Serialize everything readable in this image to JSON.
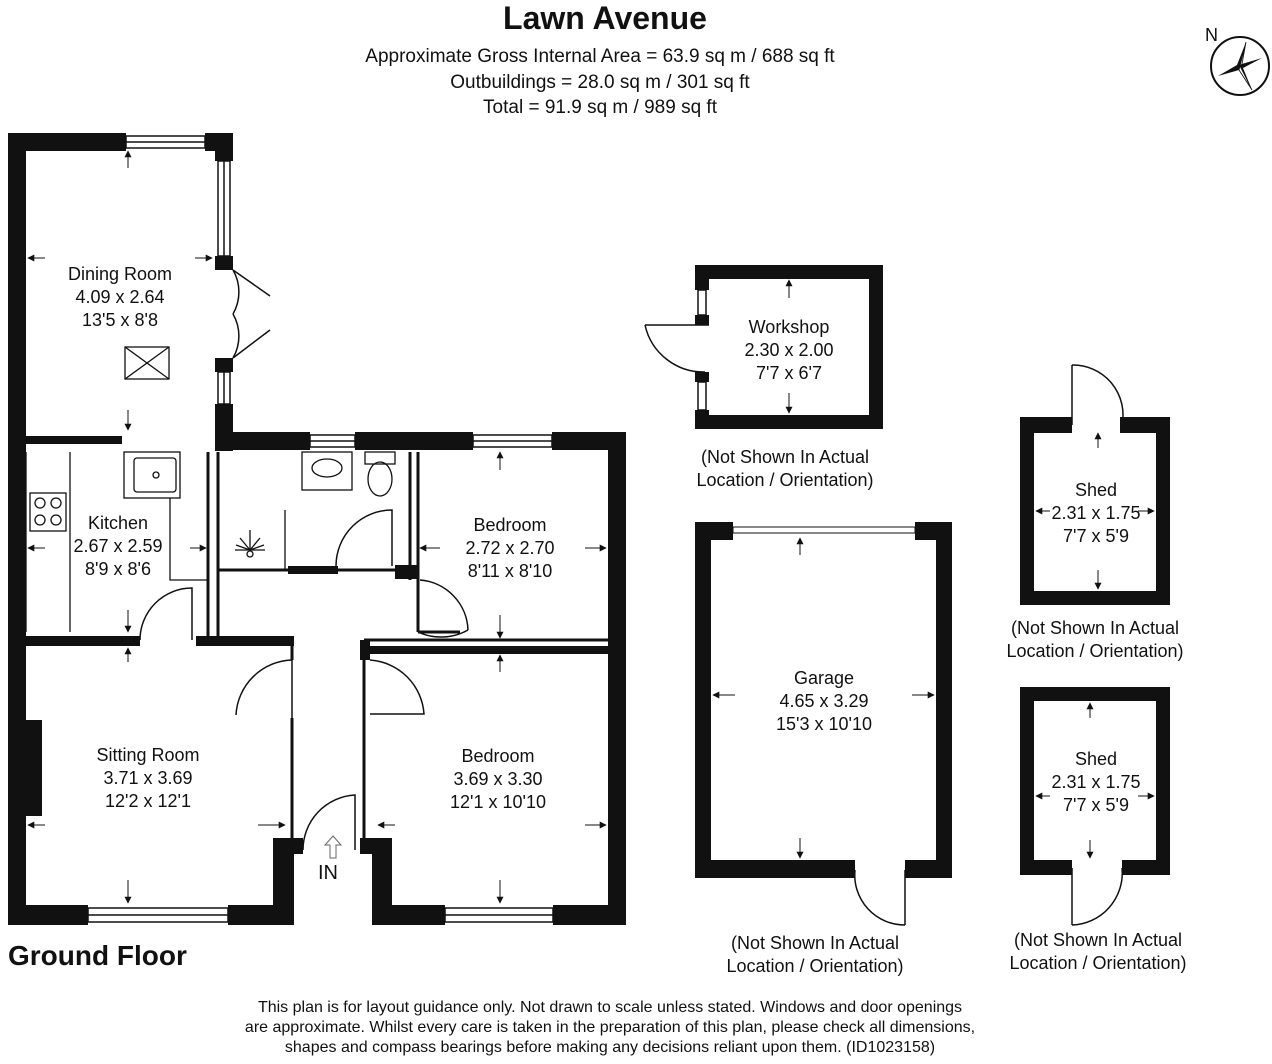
{
  "header": {
    "title": "Lawn Avenue",
    "gross_area": "Approximate Gross Internal Area = 63.9 sq m / 688 sq ft",
    "outbuildings": "Outbuildings = 28.0 sq m / 301 sq ft",
    "total": "Total = 91.9 sq m / 989 sq ft"
  },
  "compass": {
    "label": "N"
  },
  "floor_label": "Ground Floor",
  "entrance_label": "IN",
  "rooms": {
    "dining_room": {
      "name": "Dining Room",
      "metric": "4.09 x 2.64",
      "imperial": "13'5 x 8'8"
    },
    "kitchen": {
      "name": "Kitchen",
      "metric": "2.67 x 2.59",
      "imperial": "8'9 x 8'6"
    },
    "bedroom_1": {
      "name": "Bedroom",
      "metric": "2.72 x 2.70",
      "imperial": "8'11 x 8'10"
    },
    "sitting_room": {
      "name": "Sitting Room",
      "metric": "3.71 x 3.69",
      "imperial": "12'2 x 12'1"
    },
    "bedroom_2": {
      "name": "Bedroom",
      "metric": "3.69 x 3.30",
      "imperial": "12'1 x 10'10"
    },
    "workshop": {
      "name": "Workshop",
      "metric": "2.30 x 2.00",
      "imperial": "7'7 x 6'7"
    },
    "garage": {
      "name": "Garage",
      "metric": "4.65 x 3.29",
      "imperial": "15'3 x 10'10"
    },
    "shed_1": {
      "name": "Shed",
      "metric": "2.31 x 1.75",
      "imperial": "7'7 x 5'9"
    },
    "shed_2": {
      "name": "Shed",
      "metric": "2.31 x 1.75",
      "imperial": "7'7 x 5'9"
    }
  },
  "notes": {
    "workshop": [
      "(Not Shown In Actual",
      "Location / Orientation)"
    ],
    "garage": [
      "(Not Shown In Actual",
      "Location / Orientation)"
    ],
    "shed_1": [
      "(Not Shown In Actual",
      "Location / Orientation)"
    ],
    "shed_2": [
      "(Not Shown In Actual",
      "Location / Orientation)"
    ]
  },
  "disclaimer": [
    "This plan is for layout guidance only. Not drawn to scale unless stated. Windows and door openings",
    "are approximate. Whilst every care is taken in the preparation of this plan, please check all dimensions,",
    "shapes and compass bearings before making any decisions reliant upon them. (ID1023158)"
  ]
}
